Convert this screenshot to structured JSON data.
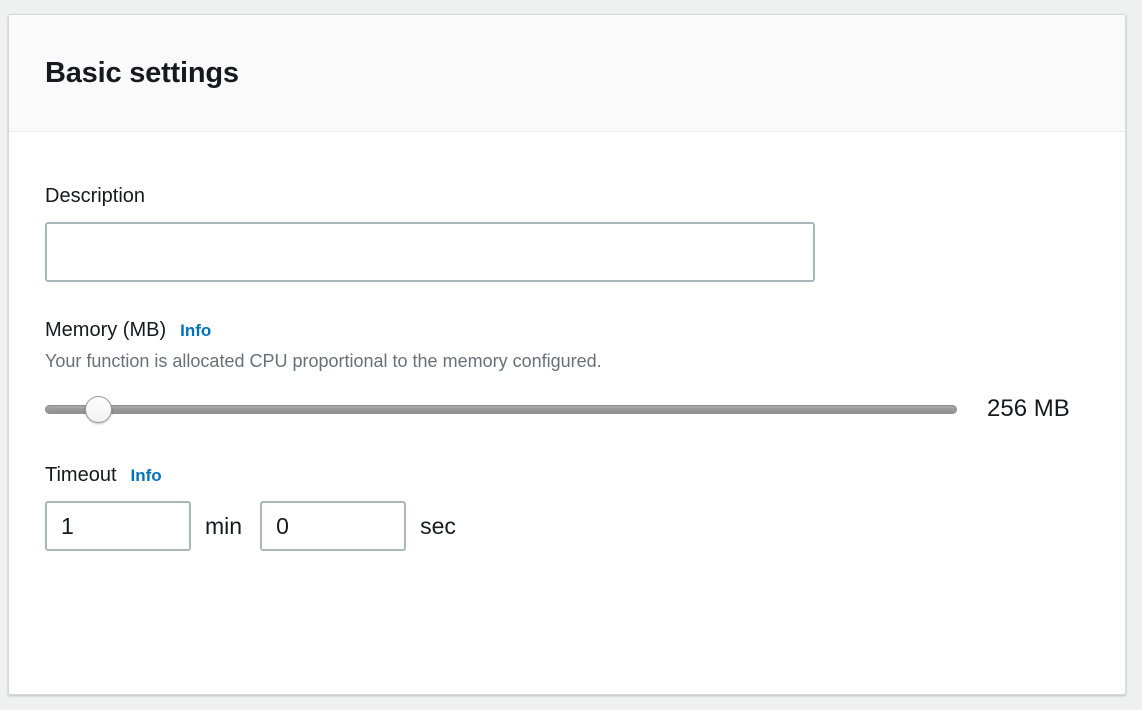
{
  "panel": {
    "title": "Basic settings"
  },
  "description_field": {
    "label": "Description",
    "value": "",
    "placeholder": ""
  },
  "memory_field": {
    "label": "Memory (MB)",
    "info_label": "Info",
    "help_text": "Your function is allocated CPU proportional to the memory configured.",
    "value_label": "256 MB",
    "slider": {
      "value": 256,
      "min": 128,
      "max": 10240,
      "thumb_percent": 5.8
    }
  },
  "timeout_field": {
    "label": "Timeout",
    "info_label": "Info",
    "minutes_value": "1",
    "minutes_unit": "min",
    "seconds_value": "0",
    "seconds_unit": "sec"
  },
  "colors": {
    "page_background": "#eff0f0",
    "panel_background": "#ffffff",
    "header_background": "#fafafa",
    "text_primary": "#16191f",
    "text_secondary": "#687078",
    "link_blue": "#0073bb",
    "input_border": "#aab7b8",
    "divider": "#e9ebed"
  }
}
